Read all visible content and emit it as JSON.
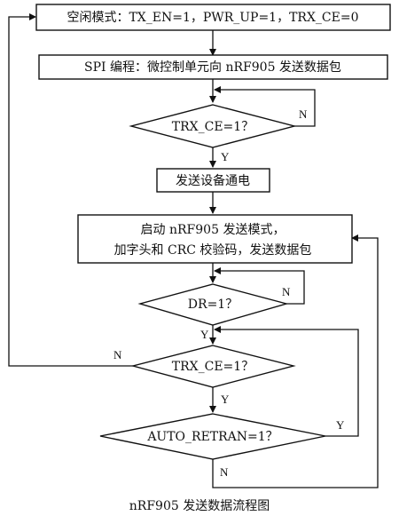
{
  "nodes": {
    "idle": "空闲模式：TX_EN=1，PWR_UP=1，TRX_CE=0",
    "spi": "SPI 编程：微控制单元向 nRF905 发送数据包",
    "trx_ce_1": "TRX_CE=1？",
    "power_on": "发送设备通电",
    "start_line1": "启动 nRF905 发送模式，",
    "start_line2": "加字头和 CRC 校验码，发送数据包",
    "dr": "DR=1？",
    "trx_ce_2": "TRX_CE=1？",
    "auto_retran": "AUTO_RETRAN=1？"
  },
  "labels": {
    "trx1_no": "N",
    "trx1_yes": "Y",
    "dr_no": "N",
    "dr_yes": "Y",
    "trx2_no": "N",
    "trx2_yes": "Y",
    "auto_yes": "Y",
    "auto_no": "N"
  },
  "caption": "nRF905 发送数据流程图",
  "colors": {
    "stroke": "#111111",
    "background": "#ffffff"
  }
}
